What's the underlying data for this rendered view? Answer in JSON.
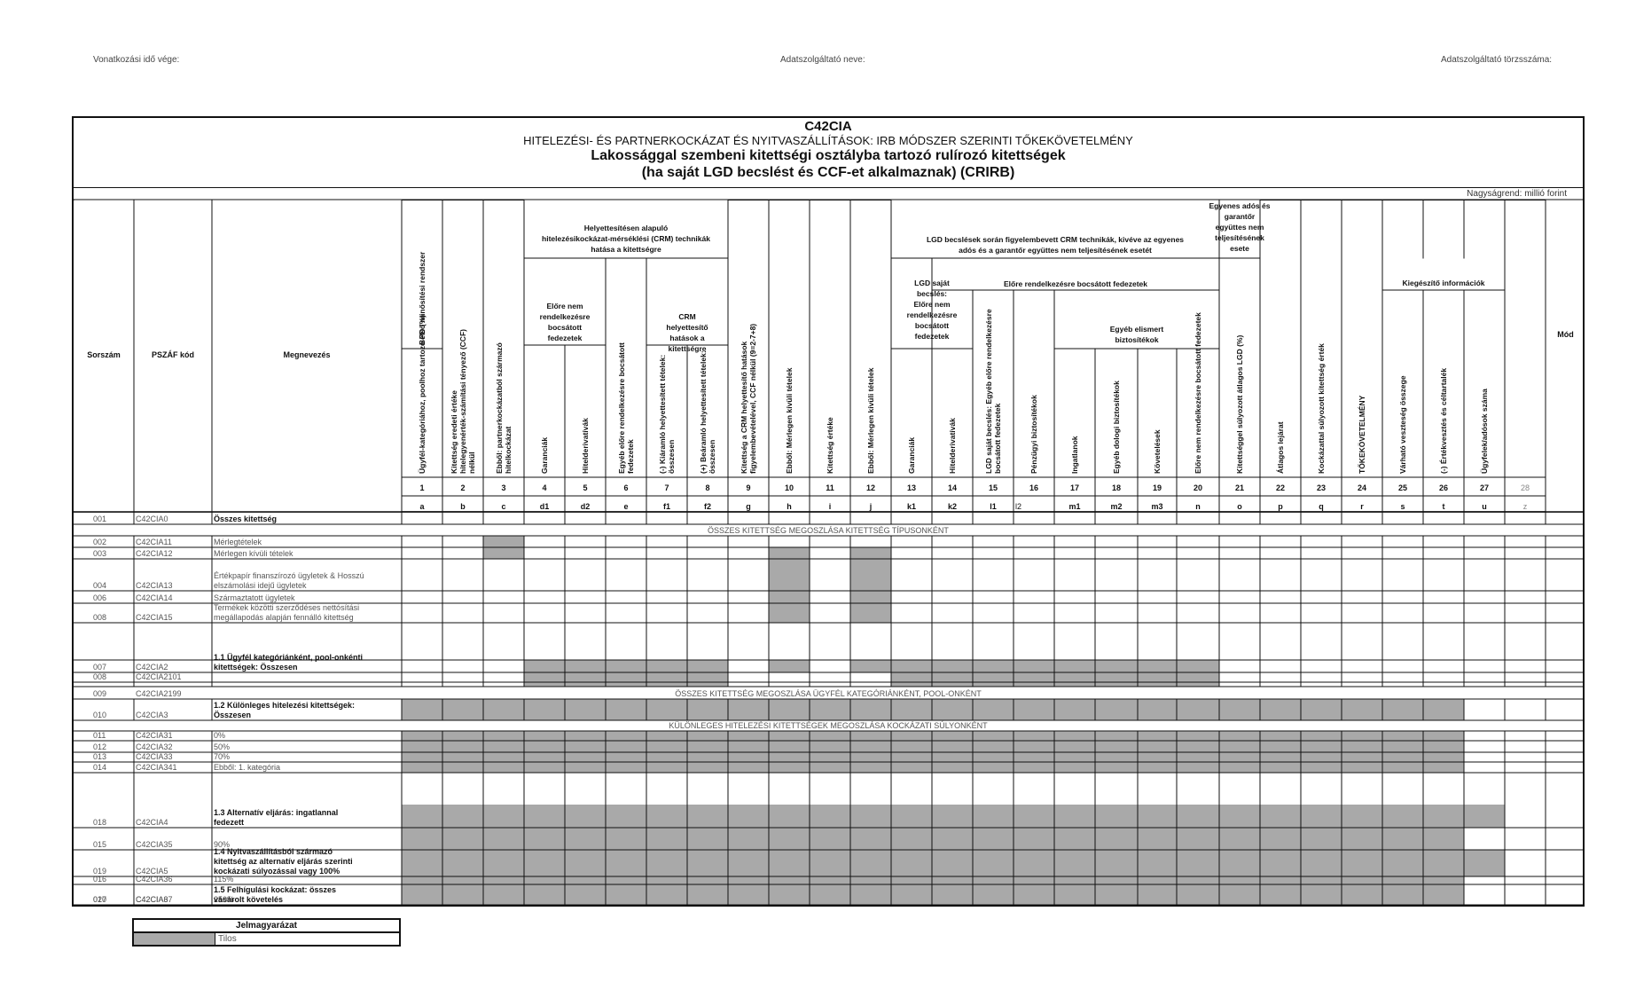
{
  "meta": {
    "period_end_label": "Vonatkozási idő vége:",
    "provider_name_label": "Adatszolgáltató neve:",
    "provider_id_label": "Adatszolgáltató törzsszáma:"
  },
  "title": {
    "code": "C42CIA",
    "line2": "HITELEZÉSI- ÉS PARTNERKOCKÁZAT ÉS NYITVASZÁLLÍTÁSOK: IRB MÓDSZER SZERINTI TŐKEKÖVETELMÉNY",
    "line3": "Lakossággal szembeni kitettségi osztályba tartozó rulírozó kitettségek",
    "line4": "(ha saját LGD becslést és CCF-et alkalmaznak) (CRIRB)"
  },
  "unit": "Nagyságrend: millió forint",
  "headers": {
    "sorszam": "Sorszám",
    "pszaf": "PSZÁF kód",
    "megnevezes": "Megnevezés",
    "mod": "Mód",
    "belso": "Belső minősítési rendszer",
    "crm_group": "Helyettesítésen alapuló hitelezésikockázat-mérséklési (CRM) technikák hatása a kitettségre",
    "elore_nem": "Előre nem rendelkezésre bocsátott fedezetek",
    "crm_hely": "CRM helyettesítő hatások a kitettségre",
    "lgd_group": "LGD becslések során figyelembevett CRM technikák, kivéve az egyenes adós és a garantőr együttes nem teljesítésének esetét",
    "lgd_sajat": "LGD saját becslés: Előre nem rendelkezésre bocsátott fedezetek",
    "elore_rend": "Előre rendelkezésre bocsátott fedezetek",
    "egyeb_elism": "Egyéb elismert biztosítékok",
    "egyenes": "Egyenes adós és garantőr együttes nem teljesítésének esete",
    "kieg": "Kiegészítő információk",
    "c1": "Ügyfél-kategóriához, poolhoz tartozó PD (%)",
    "c2": "Kitettség eredeti értéke hitelegyenérték-számítási tényező (CCF) nélkül",
    "c3": "Ebből: partnerkockázatból származó hitelkockázat",
    "c4": "Garanciák",
    "c5": "Hitelderivatívák",
    "c6": "Egyéb előre rendelkezésre bocsátott fedezetek",
    "c7": "(-) Kiáramló helyettesített tételek: összesen",
    "c8": "(+) Beáramló helyettesített tételek: összesen",
    "c9": "Kitettség a CRM helyettesítő hatások figyelembevételével, CCF nélkül (9=2-7+8)",
    "c10": "Ebből: Mérlegen kívüli tételek",
    "c11": "Kitettség értéke",
    "c12": "Ebből: Mérlegen kívüli tételek",
    "c13": "Garanciák",
    "c14": "Hitelderivatívák",
    "c15": "LGD saját becslés: Egyéb előre rendelkezésre bocsátott fedezetek",
    "c16": "Pénzügyi biztosítékok",
    "c17": "Ingatlanok",
    "c18": "Egyéb dologi biztosítékok",
    "c19": "Követelések",
    "c20": "Előre nem rendelkezésre bocsátott fedezetek",
    "c21": "Kitettséggel súlyozott átlagos LGD (%)",
    "c22": "Átlagos lejárat",
    "c23": "Kockázattal súlyozott kitettség érték",
    "c24": "TŐKEKÖVETELMÉNY",
    "c25": "Várható veszteség összege",
    "c26": "(-) Értékvesztés és céltartalék",
    "c27": "Ügyfelek/adósok száma"
  },
  "col_numbers": [
    "1",
    "2",
    "3",
    "4",
    "5",
    "6",
    "7",
    "8",
    "9",
    "10",
    "11",
    "12",
    "13",
    "14",
    "15",
    "16",
    "17",
    "18",
    "19",
    "20",
    "21",
    "22",
    "23",
    "24",
    "25",
    "26",
    "27",
    "28"
  ],
  "col_letters": [
    "a",
    "b",
    "c",
    "d1",
    "d2",
    "e",
    "f1",
    "f2",
    "g",
    "h",
    "i",
    "j",
    "k1",
    "k2",
    "l1",
    "l2",
    "m1",
    "m2",
    "m3",
    "n",
    "o",
    "p",
    "q",
    "r",
    "s",
    "t",
    "u",
    "z"
  ],
  "sections": {
    "s1": "ÖSSZES KITETTSÉG MEGOSZLÁSA KITETTSÉG TÍPUSONKÉNT",
    "s2": "ÖSSZES KITETTSÉG MEGOSZLÁSA ÜGYFÉL KATEGÓRIÁNKÉNT, POOL-ONKÉNT",
    "s3": "KÜLÖNLEGES HITELEZÉSI KITETTSÉGEK MEGOSZLÁSA KOCKÁZATI SÚLYONKÉNT"
  },
  "rows": [
    {
      "no": "001",
      "code": "C42CIA0",
      "name": "Összes kitettség",
      "bold": true
    },
    {
      "no": "002",
      "code": "C42CIA11",
      "name": "Mérlegtételek"
    },
    {
      "no": "003",
      "code": "C42CIA12",
      "name": "Mérlegen kívüli tételek"
    },
    {
      "no": "004",
      "code": "C42CIA13",
      "name": "Értékpapír finanszírozó ügyletek & Hosszú elszámolási idejű ügyletek"
    },
    {
      "no": "006",
      "code": "C42CIA14",
      "name": "Származtatott ügyletek"
    },
    {
      "no": "008",
      "code": "C42CIA15",
      "name": "Termékek közötti szerződéses nettósítási megállapodás alapján fennálló kitettség"
    },
    {
      "no": "007",
      "code": "C42CIA2",
      "name": "1.1 Ügyfél kategóriánként, pool-onkénti kitettségek: Összesen",
      "bold": true
    },
    {
      "no": "008",
      "code": "C42CIA2101",
      "name": ""
    },
    {
      "no": "009",
      "code": "C42CIA2199",
      "name": ""
    },
    {
      "no": "010",
      "code": "C42CIA3",
      "name": "1.2 Különleges hitelezési kitettségek: Összesen",
      "bold": true
    },
    {
      "no": "011",
      "code": "C42CIA31",
      "name": "0%"
    },
    {
      "no": "012",
      "code": "C42CIA32",
      "name": "50%"
    },
    {
      "no": "013",
      "code": "C42CIA33",
      "name": "70%"
    },
    {
      "no": "014",
      "code": "C42CIA341",
      "name": "Ebből: 1. kategória"
    },
    {
      "no": "015",
      "code": "C42CIA35",
      "name": "90%"
    },
    {
      "no": "016",
      "code": "C42CIA36",
      "name": "115%"
    },
    {
      "no": "017",
      "code": "C42CIA37",
      "name": "250%"
    },
    {
      "no": "018",
      "code": "C42CIA4",
      "name": "1.3 Alternatív eljárás: ingatlannal fedezett",
      "bold": true
    },
    {
      "no": "019",
      "code": "C42CIA5",
      "name": "1.4 Nyitvaszállításból származó kitettség az alternatív eljárás szerinti kockázati súlyozással vagy 100%",
      "bold": true
    },
    {
      "no": "020",
      "code": "C42CIA6",
      "name": "1.5 Felhígulási kockázat: összes vásárolt követelés",
      "bold": true
    }
  ],
  "legend": {
    "title": "Jelmagyarázat",
    "item": "Tilos",
    "color": "#a9a9a9"
  },
  "colors": {
    "grid": "#111111",
    "forbidden": "#a9a9a9",
    "faint_text": "#555555"
  }
}
